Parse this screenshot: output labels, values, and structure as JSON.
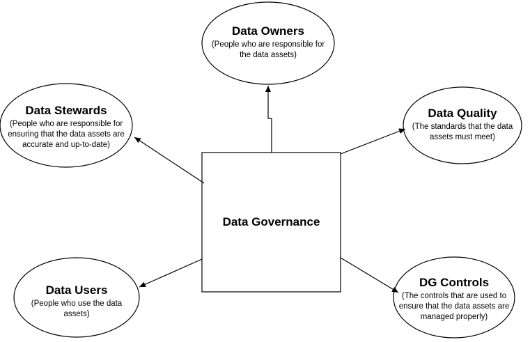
{
  "center": {
    "title": "Data Governance"
  },
  "nodes": {
    "owners": {
      "title": "Data Owners",
      "desc": "(People who are responsible for the data assets)"
    },
    "stewards": {
      "title": "Data Stewards",
      "desc": "(People who are responsible for ensuring that the data assets are accurate and up-to-date)"
    },
    "quality": {
      "title": "Data Quality",
      "desc": "(The standards that the data assets must meet)"
    },
    "users": {
      "title": "Data Users",
      "desc": "(People who use the data assets)"
    },
    "controls": {
      "title": "DG Controls",
      "desc": "(The controls that are used to ensure that the data assets are managed properly)"
    }
  }
}
